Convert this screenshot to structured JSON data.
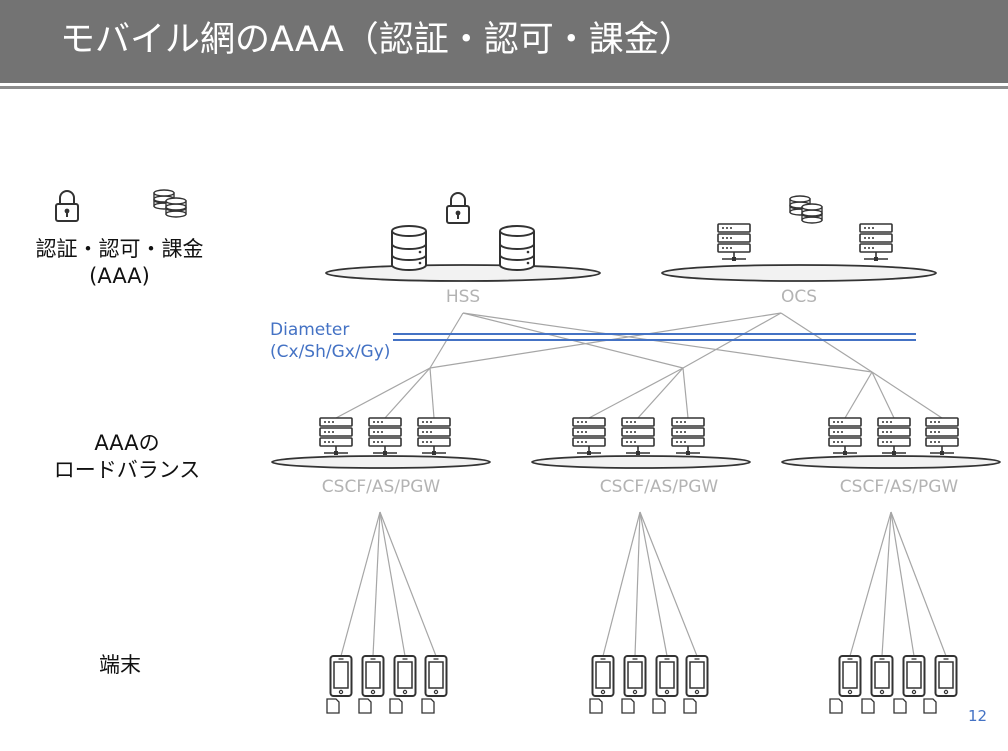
{
  "slide": {
    "title": "モバイル網のAAA（認証・認可・課金）",
    "page_number": "12"
  },
  "left_labels": {
    "aaa_line1": "認証・認可・課金",
    "aaa_line2": "(AAA)",
    "lb_line1": "AAAの",
    "lb_line2": "ロードバランス",
    "terminal": "端末"
  },
  "protocol": {
    "line1": "Diameter",
    "line2": "(Cx/Sh/Gx/Gy)",
    "color": "#4472c4"
  },
  "networks": {
    "hss": "HSS",
    "ocs": "OCS",
    "cscf_groups": [
      "CSCF/AS/PGW",
      "CSCF/AS/PGW",
      "CSCF/AS/PGW"
    ]
  },
  "icons": {
    "lock": "lock-icon",
    "coins": "coins-icon",
    "database": "database-icon",
    "server": "server-icon",
    "phone": "smartphone-icon",
    "sim": "sim-card-icon"
  },
  "colors": {
    "title_bar": "#737373",
    "link_lines": "#a6a6a6",
    "icon_stroke": "#333333"
  }
}
